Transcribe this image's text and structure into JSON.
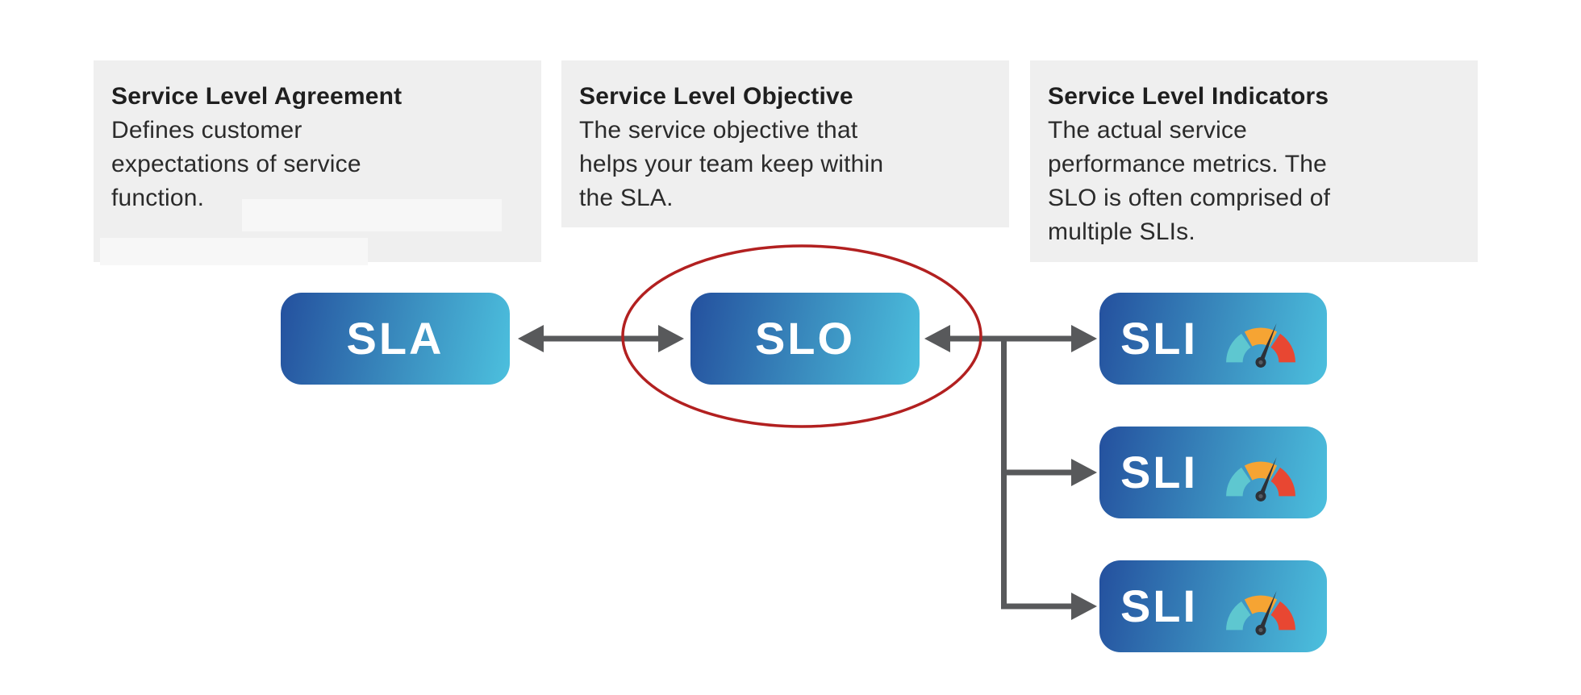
{
  "cards": [
    {
      "title": "Service Level Agreement",
      "body": "Defines customer expectations of service function.",
      "lines": [
        "Defines customer",
        "expectations of service",
        "function."
      ]
    },
    {
      "title": "Service Level Objective",
      "body": "The service objective that helps your team keep within the SLA.",
      "lines": [
        "The service objective that",
        "helps your team keep within",
        "the SLA."
      ]
    },
    {
      "title": "Service Level Indicators",
      "body": "The actual service performance metrics. The SLO is often comprised of multiple SLIs.",
      "lines": [
        "The actual service",
        "performance metrics. The",
        "SLO is often comprised of",
        "multiple SLIs."
      ]
    }
  ],
  "nodes": {
    "sla": {
      "label": "SLA"
    },
    "slo": {
      "label": "SLO",
      "highlighted": true
    },
    "sli": [
      {
        "label": "SLI",
        "icon": "gauge-icon"
      },
      {
        "label": "SLI",
        "icon": "gauge-icon"
      },
      {
        "label": "SLI",
        "icon": "gauge-icon"
      }
    ]
  },
  "connections": [
    {
      "from": "SLA",
      "to": "SLO",
      "type": "double-arrow"
    },
    {
      "from": "SLO",
      "to": "SLI-1",
      "type": "double-arrow"
    },
    {
      "from": "SLO",
      "to": "SLI-2",
      "type": "branch-arrow"
    },
    {
      "from": "SLO",
      "to": "SLI-3",
      "type": "branch-arrow"
    }
  ],
  "colors": {
    "card_bg": "#efefef",
    "redaction_bg": "#f7f7f7",
    "text_dark": "#1f1f1f",
    "node_gradient_start": "#24509e",
    "node_gradient_end": "#4cc0de",
    "node_text": "#ffffff",
    "connector": "#58595b",
    "highlight_ellipse": "#b22020",
    "gauge_teal": "#5ec7d0",
    "gauge_orange": "#f6a433",
    "gauge_red": "#e84732",
    "gauge_needle": "#2c3138"
  }
}
